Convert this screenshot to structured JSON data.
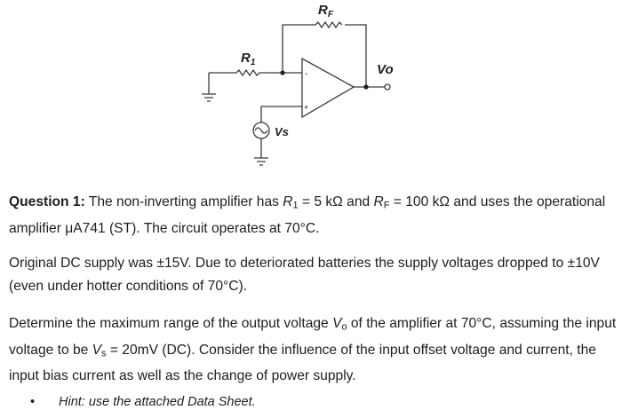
{
  "circuit": {
    "rf_label": "R",
    "rf_sub": "F",
    "r1_label": "R",
    "r1_sub": "1",
    "vo_label": "Vo",
    "vs_label": "Vs",
    "minus_sign": "-",
    "plus_sign": "+"
  },
  "question": {
    "p1": {
      "lead": "Question 1:",
      "t1": " The non-inverting amplifier has ",
      "r1": "R",
      "r1_sub": "1",
      "t2": " = 5 kΩ and ",
      "rf": "R",
      "rf_sub": "F",
      "t3": " = 100 kΩ and uses the operational amplifier μA741 (ST). The circuit operates at 70°C."
    },
    "p2": {
      "text": "Original DC supply was ±15V. Due to deteriorated batteries the supply voltages dropped to ±10V (even under hotter conditions of 70°C)."
    },
    "p3": {
      "t1": "Determine the maximum range of the output voltage ",
      "vo": "V",
      "vo_sub": "o",
      "t2": " of the amplifier at 70°C, assuming the input voltage to be ",
      "vs": "V",
      "vs_sub": "s",
      "t3": " = 20mV (DC). Consider the influence of the input offset voltage and current, the input bias current as well as the change of power supply."
    },
    "hint": {
      "bullet": "•",
      "text": "Hint: use the attached Data Sheet."
    }
  },
  "colors": {
    "wire": "#3a3a3a",
    "text": "#1e1e1e",
    "background": "#ffffff"
  }
}
